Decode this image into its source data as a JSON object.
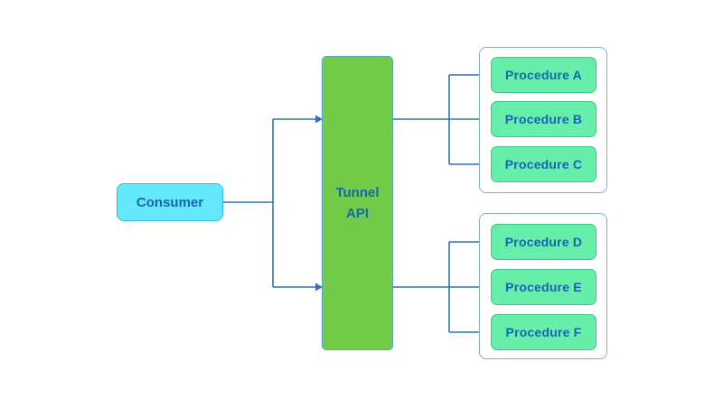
{
  "diagram": {
    "consumer": {
      "label": "Consumer"
    },
    "tunnel": {
      "label": "Tunnel API"
    },
    "groups": [
      {
        "procedures": [
          {
            "label": "Procedure A"
          },
          {
            "label": "Procedure B"
          },
          {
            "label": "Procedure C"
          }
        ]
      },
      {
        "procedures": [
          {
            "label": "Procedure D"
          },
          {
            "label": "Procedure E"
          },
          {
            "label": "Procedure F"
          }
        ]
      }
    ],
    "colors": {
      "background": "#ffffff",
      "consumer_fill": "#63e9fb",
      "consumer_border": "#3cb4e5",
      "tunnel_fill": "#72cc4a",
      "tunnel_border": "#58a7c2",
      "procedure_fill": "#67efa9",
      "procedure_border": "#3fc584",
      "group_border": "#85abdb",
      "connector_line": "#3070bd",
      "connector_dashed": "#2a59a5",
      "label_text": "#1565b2"
    }
  }
}
